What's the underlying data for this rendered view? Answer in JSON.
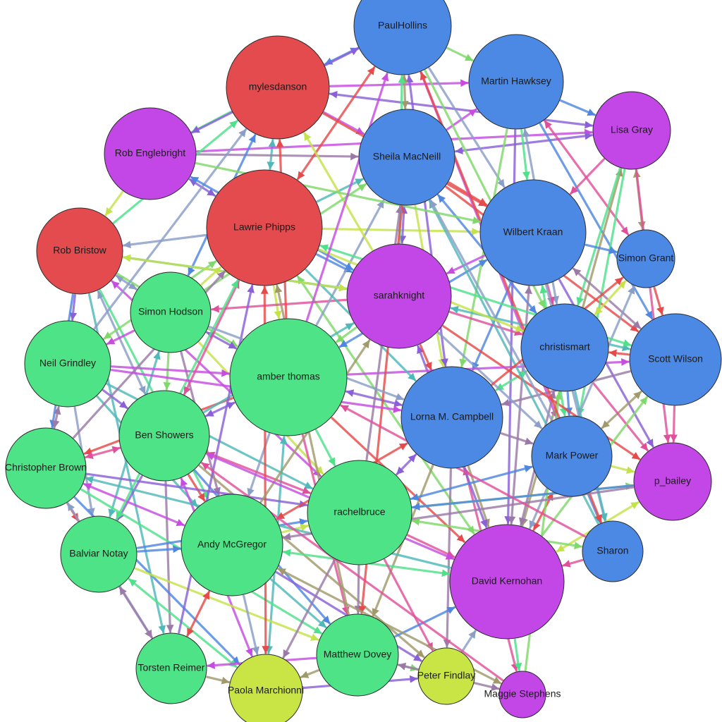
{
  "graph": {
    "group_colors": {
      "red": "#e44b4f",
      "purple": "#c347e6",
      "blue": "#4c89e4",
      "green": "#4de386",
      "yellow": "#c8e545"
    },
    "edge_colors": [
      "#e64a4a",
      "#c64de0",
      "#4e86e0",
      "#4fe08a",
      "#c4e24a",
      "#a09a6a",
      "#9b7aa8",
      "#8a9ec8",
      "#4fb8b8",
      "#7fd86a",
      "#e0509a",
      "#8a60d8"
    ],
    "nodes": [
      {
        "id": "paulhollins",
        "label": "PaulHollins",
        "group": "blue",
        "size": "large"
      },
      {
        "id": "mylesdanson",
        "label": "mylesdanson",
        "group": "red",
        "size": "large"
      },
      {
        "id": "martinhawksey",
        "label": "Martin Hawksey",
        "group": "blue",
        "size": "large"
      },
      {
        "id": "lisagray",
        "label": "Lisa Gray",
        "group": "purple",
        "size": "medium"
      },
      {
        "id": "robenglebright",
        "label": "Rob Englebright",
        "group": "purple",
        "size": "large"
      },
      {
        "id": "sheilamacneill",
        "label": "Sheila MacNeill",
        "group": "blue",
        "size": "large"
      },
      {
        "id": "lawriephipps",
        "label": "Lawrie Phipps",
        "group": "red",
        "size": "xlarge"
      },
      {
        "id": "wilbertkraan",
        "label": "Wilbert Kraan",
        "group": "blue",
        "size": "xlarge"
      },
      {
        "id": "robbristow",
        "label": "Rob Bristow",
        "group": "red",
        "size": "large"
      },
      {
        "id": "simongrant",
        "label": "Simon Grant",
        "group": "blue",
        "size": "small"
      },
      {
        "id": "sarahknight",
        "label": "sarahknight",
        "group": "purple",
        "size": "large"
      },
      {
        "id": "simonhodson",
        "label": "Simon Hodson",
        "group": "green",
        "size": "large"
      },
      {
        "id": "christismart",
        "label": "christismart",
        "group": "blue",
        "size": "large"
      },
      {
        "id": "neilgrindley",
        "label": "Neil Grindley",
        "group": "green",
        "size": "large"
      },
      {
        "id": "amberthomas",
        "label": "amber thomas",
        "group": "green",
        "size": "xlarge"
      },
      {
        "id": "scottwilson",
        "label": "Scott Wilson",
        "group": "blue",
        "size": "large"
      },
      {
        "id": "lornacampbell",
        "label": "Lorna M. Campbell",
        "group": "blue",
        "size": "large"
      },
      {
        "id": "benshowers",
        "label": "Ben Showers",
        "group": "green",
        "size": "large"
      },
      {
        "id": "markpower",
        "label": "Mark Power",
        "group": "blue",
        "size": "large"
      },
      {
        "id": "christopherbrown",
        "label": "Christopher Brown",
        "group": "green",
        "size": "large"
      },
      {
        "id": "pbailey",
        "label": "p_bailey",
        "group": "purple",
        "size": "medium"
      },
      {
        "id": "rachelbruce",
        "label": "rachelbruce",
        "group": "green",
        "size": "large"
      },
      {
        "id": "andymcgregor",
        "label": "Andy McGregor",
        "group": "green",
        "size": "large"
      },
      {
        "id": "balviarnotay",
        "label": "Balviar Notay",
        "group": "green",
        "size": "large"
      },
      {
        "id": "sharon",
        "label": "Sharon",
        "group": "blue",
        "size": "small"
      },
      {
        "id": "davidkernohan",
        "label": "David Kernohan",
        "group": "purple",
        "size": "xlarge"
      },
      {
        "id": "torstenreimer",
        "label": "Torsten Reimer",
        "group": "green",
        "size": "medium"
      },
      {
        "id": "matthewdovey",
        "label": "Matthew Dovey",
        "group": "green",
        "size": "large"
      },
      {
        "id": "peterfindlay",
        "label": "Peter Findlay",
        "group": "yellow",
        "size": "small"
      },
      {
        "id": "paolamarchionni",
        "label": "Paola Marchionni",
        "group": "yellow",
        "size": "large"
      },
      {
        "id": "maggiestephens",
        "label": "Maggie Stephens",
        "group": "purple",
        "size": "tiny"
      }
    ],
    "edges": [
      [
        "mylesdanson",
        "paulhollins"
      ],
      [
        "paulhollins",
        "martinhawksey"
      ],
      [
        "mylesdanson",
        "sheilamacneill"
      ],
      [
        "mylesdanson",
        "lawriephipps"
      ],
      [
        "mylesdanson",
        "robenglebright"
      ],
      [
        "mylesdanson",
        "martinhawksey"
      ],
      [
        "mylesdanson",
        "lisagray"
      ],
      [
        "mylesdanson",
        "wilbertkraan"
      ],
      [
        "robenglebright",
        "robbristow"
      ],
      [
        "robenglebright",
        "lawriephipps"
      ],
      [
        "robenglebright",
        "sheilamacneill"
      ],
      [
        "robenglebright",
        "lisagray"
      ],
      [
        "robenglebright",
        "paulhollins"
      ],
      [
        "lawriephipps",
        "robbristow"
      ],
      [
        "lawriephipps",
        "sheilamacneill"
      ],
      [
        "lawriephipps",
        "paulhollins"
      ],
      [
        "lawriephipps",
        "wilbertkraan"
      ],
      [
        "lawriephipps",
        "sarahknight"
      ],
      [
        "lawriephipps",
        "davidkernohan"
      ],
      [
        "lawriephipps",
        "amberthomas"
      ],
      [
        "sheilamacneill",
        "martinhawksey"
      ],
      [
        "sheilamacneill",
        "lisagray"
      ],
      [
        "sheilamacneill",
        "wilbertkraan"
      ],
      [
        "sheilamacneill",
        "lornacampbell"
      ],
      [
        "sheilamacneill",
        "christismart"
      ],
      [
        "sheilamacneill",
        "scottwilson"
      ],
      [
        "paulhollins",
        "wilbertkraan"
      ],
      [
        "paulhollins",
        "lornacampbell"
      ],
      [
        "paulhollins",
        "christismart"
      ],
      [
        "paulhollins",
        "markpower"
      ],
      [
        "paulhollins",
        "sheilamacneill"
      ],
      [
        "martinhawksey",
        "lisagray"
      ],
      [
        "martinhawksey",
        "wilbertkraan"
      ],
      [
        "martinhawksey",
        "simongrant"
      ],
      [
        "martinhawksey",
        "scottwilson"
      ],
      [
        "martinhawksey",
        "lornacampbell"
      ],
      [
        "martinhawksey",
        "christismart"
      ],
      [
        "martinhawksey",
        "davidkernohan"
      ],
      [
        "lisagray",
        "wilbertkraan"
      ],
      [
        "lisagray",
        "simongrant"
      ],
      [
        "lisagray",
        "markpower"
      ],
      [
        "lisagray",
        "pbailey"
      ],
      [
        "lisagray",
        "davidkernohan"
      ],
      [
        "lisagray",
        "christismart"
      ],
      [
        "wilbertkraan",
        "simongrant"
      ],
      [
        "wilbertkraan",
        "scottwilson"
      ],
      [
        "wilbertkraan",
        "christismart"
      ],
      [
        "wilbertkraan",
        "lornacampbell"
      ],
      [
        "wilbertkraan",
        "markpower"
      ],
      [
        "wilbertkraan",
        "sharon"
      ],
      [
        "wilbertkraan",
        "pbailey"
      ],
      [
        "wilbertkraan",
        "davidkernohan"
      ],
      [
        "wilbertkraan",
        "sarahknight"
      ],
      [
        "simongrant",
        "scottwilson"
      ],
      [
        "simongrant",
        "christismart"
      ],
      [
        "scottwilson",
        "christismart"
      ],
      [
        "scottwilson",
        "pbailey"
      ],
      [
        "scottwilson",
        "markpower"
      ],
      [
        "scottwilson",
        "lornacampbell"
      ],
      [
        "christismart",
        "markpower"
      ],
      [
        "christismart",
        "lornacampbell"
      ],
      [
        "christismart",
        "pbailey"
      ],
      [
        "christismart",
        "sharon"
      ],
      [
        "christismart",
        "davidkernohan"
      ],
      [
        "markpower",
        "pbailey"
      ],
      [
        "markpower",
        "sharon"
      ],
      [
        "markpower",
        "davidkernohan"
      ],
      [
        "lornacampbell",
        "davidkernohan"
      ],
      [
        "lornacampbell",
        "markpower"
      ],
      [
        "lornacampbell",
        "maggiestephens"
      ],
      [
        "lornacampbell",
        "matthewdovey"
      ],
      [
        "lornacampbell",
        "peterfindlay"
      ],
      [
        "pbailey",
        "davidkernohan"
      ],
      [
        "sharon",
        "davidkernohan"
      ],
      [
        "davidkernohan",
        "maggiestephens"
      ],
      [
        "sarahknight",
        "davidkernohan"
      ],
      [
        "sarahknight",
        "lornacampbell"
      ],
      [
        "sarahknight",
        "christismart"
      ],
      [
        "sarahknight",
        "scottwilson"
      ],
      [
        "sarahknight",
        "amberthomas"
      ],
      [
        "sarahknight",
        "simonhodson"
      ],
      [
        "sarahknight",
        "robbristow"
      ],
      [
        "sarahknight",
        "pbailey"
      ],
      [
        "sarahknight",
        "markpower"
      ],
      [
        "robbristow",
        "simonhodson"
      ],
      [
        "robbristow",
        "neilgrindley"
      ],
      [
        "robbristow",
        "amberthomas"
      ],
      [
        "robbristow",
        "benshowers"
      ],
      [
        "robbristow",
        "christopherbrown"
      ],
      [
        "robbristow",
        "andymcgregor"
      ],
      [
        "robbristow",
        "rachelbruce"
      ],
      [
        "robbristow",
        "torstenreimer"
      ],
      [
        "simonhodson",
        "neilgrindley"
      ],
      [
        "simonhodson",
        "amberthomas"
      ],
      [
        "simonhodson",
        "benshowers"
      ],
      [
        "simonhodson",
        "lawriephipps"
      ],
      [
        "simonhodson",
        "mylesdanson"
      ],
      [
        "simonhodson",
        "andymcgregor"
      ],
      [
        "simonhodson",
        "rachelbruce"
      ],
      [
        "simonhodson",
        "balviarnotay"
      ],
      [
        "neilgrindley",
        "amberthomas"
      ],
      [
        "neilgrindley",
        "benshowers"
      ],
      [
        "neilgrindley",
        "christopherbrown"
      ],
      [
        "neilgrindley",
        "balviarnotay"
      ],
      [
        "neilgrindley",
        "andymcgregor"
      ],
      [
        "neilgrindley",
        "lawriephipps"
      ],
      [
        "neilgrindley",
        "mylesdanson"
      ],
      [
        "neilgrindley",
        "rachelbruce"
      ],
      [
        "amberthomas",
        "benshowers"
      ],
      [
        "amberthomas",
        "rachelbruce"
      ],
      [
        "amberthomas",
        "andymcgregor"
      ],
      [
        "amberthomas",
        "lornacampbell"
      ],
      [
        "amberthomas",
        "davidkernohan"
      ],
      [
        "amberthomas",
        "matthewdovey"
      ],
      [
        "amberthomas",
        "paolamarchionni"
      ],
      [
        "amberthomas",
        "christopherbrown"
      ],
      [
        "amberthomas",
        "sheilamacneill"
      ],
      [
        "amberthomas",
        "wilbertkraan"
      ],
      [
        "amberthomas",
        "mylesdanson"
      ],
      [
        "amberthomas",
        "scottwilson"
      ],
      [
        "benshowers",
        "christopherbrown"
      ],
      [
        "benshowers",
        "balviarnotay"
      ],
      [
        "benshowers",
        "andymcgregor"
      ],
      [
        "benshowers",
        "rachelbruce"
      ],
      [
        "benshowers",
        "matthewdovey"
      ],
      [
        "benshowers",
        "torstenreimer"
      ],
      [
        "benshowers",
        "paolamarchionni"
      ],
      [
        "benshowers",
        "peterfindlay"
      ],
      [
        "christopherbrown",
        "balviarnotay"
      ],
      [
        "christopherbrown",
        "andymcgregor"
      ],
      [
        "christopherbrown",
        "rachelbruce"
      ],
      [
        "christopherbrown",
        "matthewdovey"
      ],
      [
        "christopherbrown",
        "torstenreimer"
      ],
      [
        "christopherbrown",
        "paolamarchionni"
      ],
      [
        "balviarnotay",
        "andymcgregor"
      ],
      [
        "balviarnotay",
        "torstenreimer"
      ],
      [
        "balviarnotay",
        "matthewdovey"
      ],
      [
        "balviarnotay",
        "rachelbruce"
      ],
      [
        "balviarnotay",
        "paolamarchionni"
      ],
      [
        "andymcgregor",
        "rachelbruce"
      ],
      [
        "andymcgregor",
        "matthewdovey"
      ],
      [
        "andymcgregor",
        "torstenreimer"
      ],
      [
        "andymcgregor",
        "paolamarchionni"
      ],
      [
        "andymcgregor",
        "peterfindlay"
      ],
      [
        "andymcgregor",
        "davidkernohan"
      ],
      [
        "rachelbruce",
        "matthewdovey"
      ],
      [
        "rachelbruce",
        "davidkernohan"
      ],
      [
        "rachelbruce",
        "lornacampbell"
      ],
      [
        "rachelbruce",
        "paolamarchionni"
      ],
      [
        "rachelbruce",
        "peterfindlay"
      ],
      [
        "rachelbruce",
        "markpower"
      ],
      [
        "rachelbruce",
        "pbailey"
      ],
      [
        "matthewdovey",
        "paolamarchionni"
      ],
      [
        "matthewdovey",
        "peterfindlay"
      ],
      [
        "matthewdovey",
        "torstenreimer"
      ],
      [
        "matthewdovey",
        "davidkernohan"
      ],
      [
        "matthewdovey",
        "maggiestephens"
      ],
      [
        "torstenreimer",
        "paolamarchionni"
      ],
      [
        "paolamarchionni",
        "peterfindlay"
      ],
      [
        "paolamarchionni",
        "lawriephipps"
      ],
      [
        "peterfindlay",
        "davidkernohan"
      ],
      [
        "davidkernohan",
        "scottwilson"
      ],
      [
        "davidkernohan",
        "simongrant"
      ],
      [
        "maggiestephens",
        "christismart"
      ],
      [
        "sharon",
        "sheilamacneill"
      ],
      [
        "sharon",
        "paulhollins"
      ],
      [
        "markpower",
        "sheilamacneill"
      ],
      [
        "lornacampbell",
        "simongrant"
      ],
      [
        "sarahknight",
        "sheilamacneill"
      ],
      [
        "sarahknight",
        "paulhollins"
      ],
      [
        "sarahknight",
        "mylesdanson"
      ],
      [
        "sarahknight",
        "robenglebright"
      ],
      [
        "lawriephipps",
        "christismart"
      ],
      [
        "lawriephipps",
        "lornacampbell"
      ],
      [
        "lawriephipps",
        "scottwilson"
      ],
      [
        "robenglebright",
        "wilbertkraan"
      ],
      [
        "robbristow",
        "mylesdanson"
      ],
      [
        "robbristow",
        "sarahknight"
      ],
      [
        "simonhodson",
        "sheilamacneill"
      ],
      [
        "amberthomas",
        "paulhollins"
      ],
      [
        "benshowers",
        "lawriephipps"
      ],
      [
        "benshowers",
        "sarahknight"
      ],
      [
        "christopherbrown",
        "lawriephipps"
      ],
      [
        "balviarnotay",
        "lawriephipps"
      ],
      [
        "torstenreimer",
        "lawriephipps"
      ],
      [
        "matthewdovey",
        "lawriephipps"
      ],
      [
        "matthewdovey",
        "sheilamacneill"
      ],
      [
        "rachelbruce",
        "sheilamacneill"
      ],
      [
        "andymcgregor",
        "sarahknight"
      ],
      [
        "andymcgregor",
        "lornacampbell"
      ],
      [
        "neilgrindley",
        "lornacampbell"
      ],
      [
        "simonhodson",
        "lornacampbell"
      ],
      [
        "davidkernohan",
        "benshowers"
      ],
      [
        "davidkernohan",
        "christopherbrown"
      ],
      [
        "maggiestephens",
        "benshowers"
      ],
      [
        "maggiestephens",
        "andymcgregor"
      ],
      [
        "pbailey",
        "rachelbruce"
      ],
      [
        "pbailey",
        "andymcgregor"
      ],
      [
        "sharon",
        "rachelbruce"
      ],
      [
        "sharon",
        "amberthomas"
      ]
    ]
  }
}
